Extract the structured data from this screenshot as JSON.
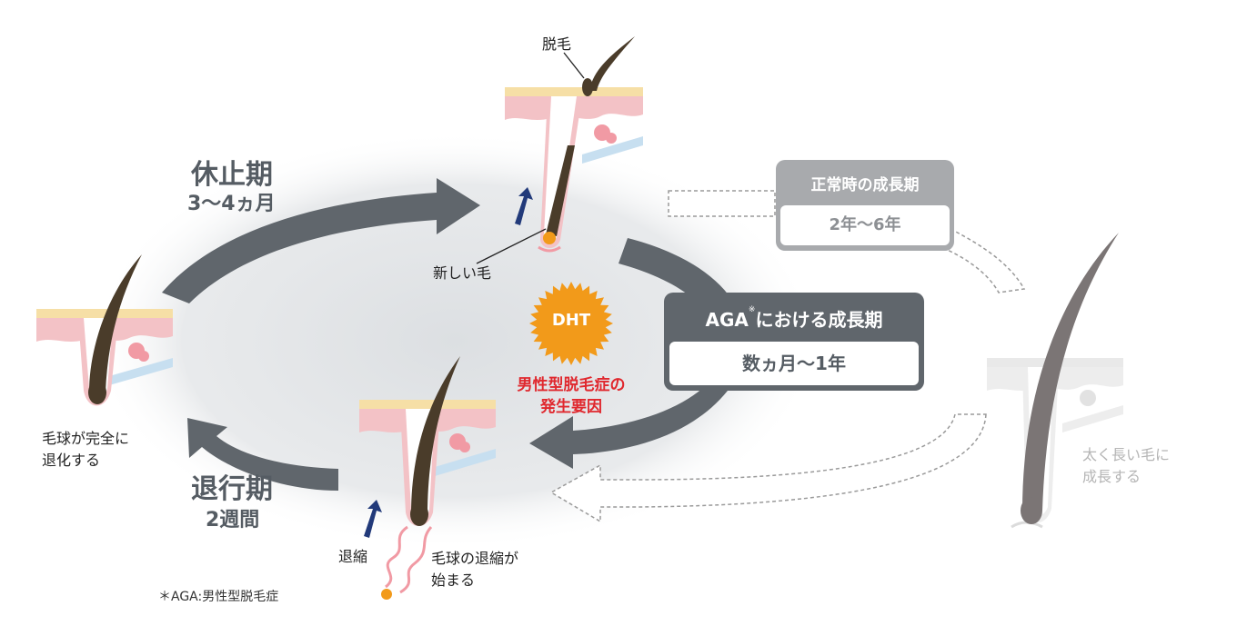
{
  "phases": {
    "telogen": {
      "title": "休止期",
      "duration": "3〜4ヵ月"
    },
    "catagen": {
      "title": "退行期",
      "duration": "2週間"
    }
  },
  "aga_box": {
    "title": "AGA",
    "mark": "※",
    "title_suffix": "における成長期",
    "duration": "数ヵ月〜1年"
  },
  "normal_box": {
    "title": "正常時の成長期",
    "duration": "2年〜6年"
  },
  "dht": {
    "label": "DHT",
    "caption_line1": "男性型脱毛症の",
    "caption_line2": "発生要因"
  },
  "annotations": {
    "shedding": "脱毛",
    "new_hair": "新しい毛",
    "bulb_regressed_line1": "毛球が完全に",
    "bulb_regressed_line2": "退化する",
    "shrink": "退縮",
    "bulb_shrinking_line1": "毛球の退縮が",
    "bulb_shrinking_line2": "始まる",
    "grow_line1": "太く長い毛に",
    "grow_line2": "成長する"
  },
  "footnote": "＊AGA:男性型脱毛症",
  "colors": {
    "arrow_gray": "#60666c",
    "light_gray": "#a8aaad",
    "hair_brown": "#4a3c2a",
    "skin_pink": "#f3c2c6",
    "skin_yellow": "#f6dfa6",
    "dht_orange": "#f29a1a",
    "red_text": "#e0282e",
    "navy_arrow": "#223a7a"
  }
}
